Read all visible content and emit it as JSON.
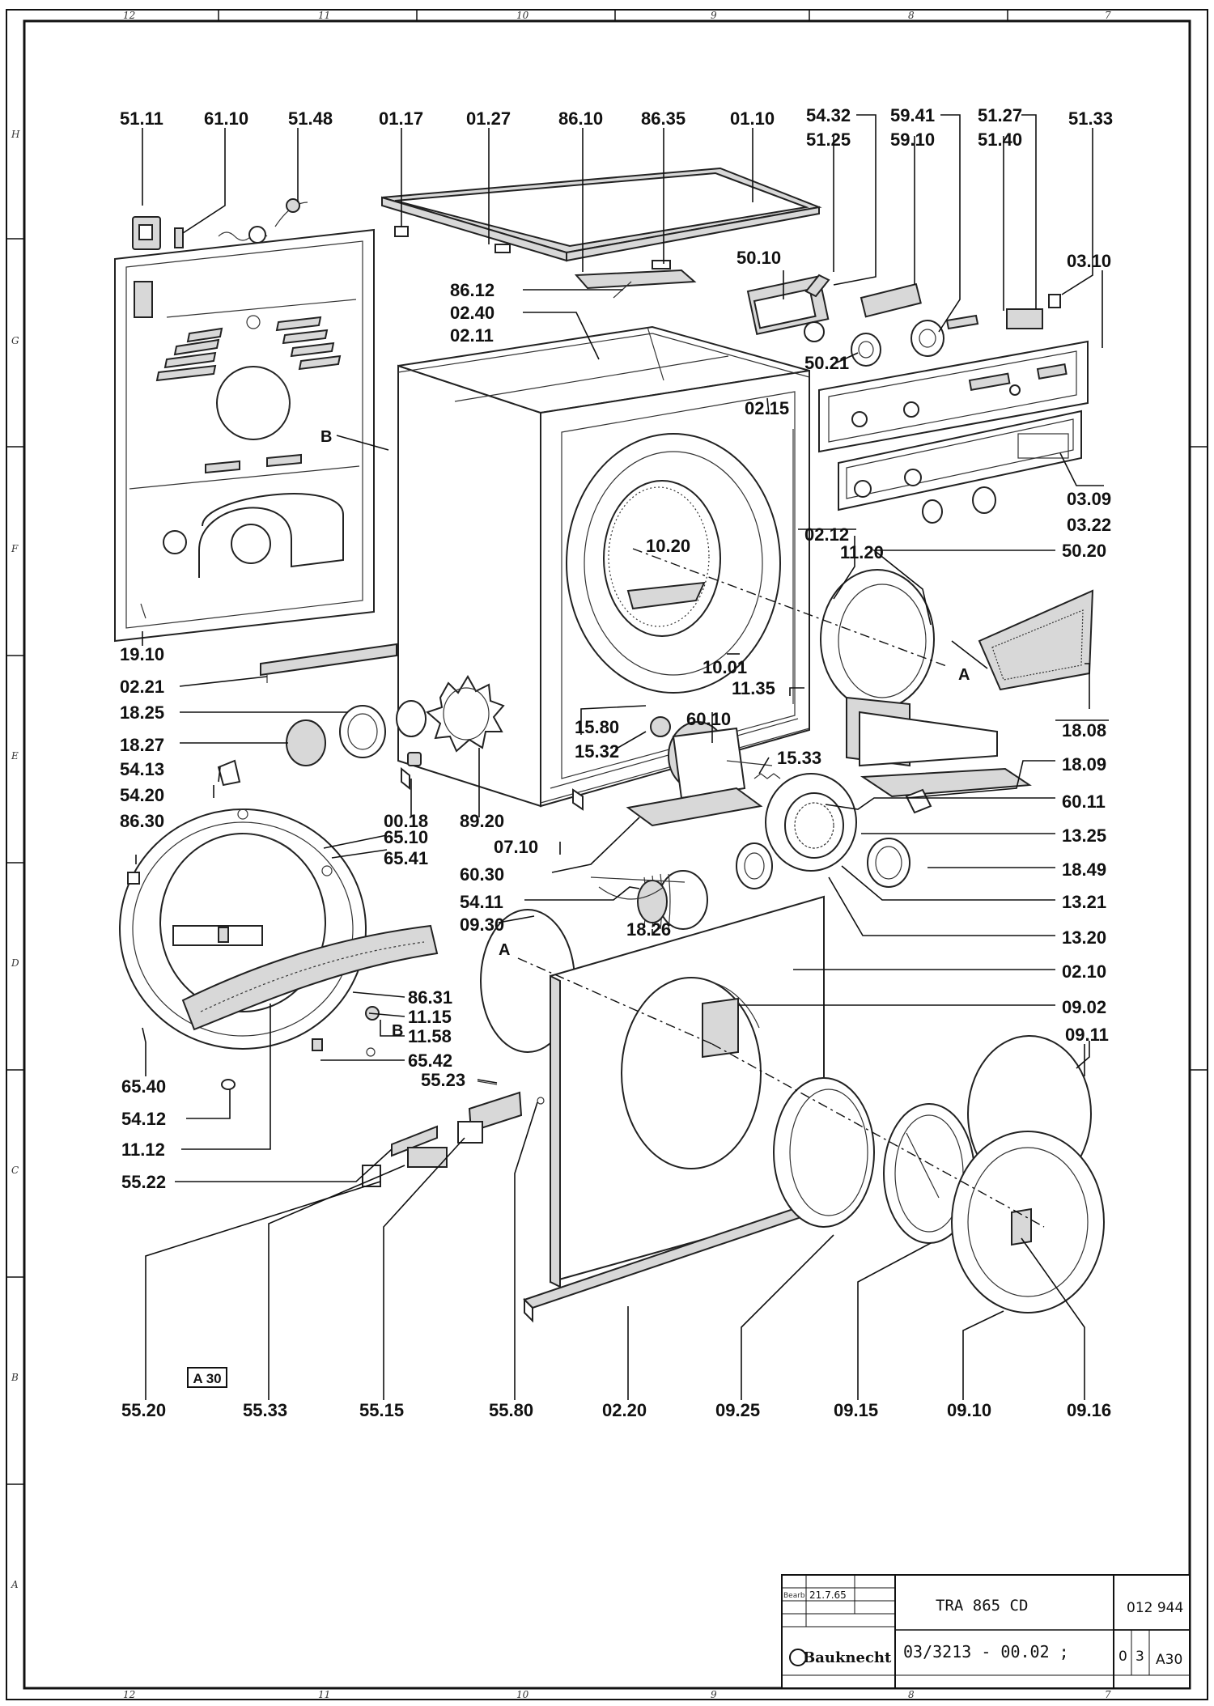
{
  "sheet": {
    "zone_numbers": [
      "12",
      "11",
      "10",
      "9",
      "8",
      "7"
    ],
    "zone_letters": [
      "H",
      "G",
      "F",
      "E",
      "D",
      "C",
      "B",
      "A"
    ]
  },
  "parts": [
    "51.11",
    "61.10",
    "51.48",
    "01.17",
    "01.27",
    "86.10",
    "86.35",
    "01.10",
    "54.32",
    "51.25",
    "59.41",
    "59.10",
    "51.27",
    "51.40",
    "51.33",
    "50.10",
    "03.10",
    "86.12",
    "02.40",
    "02.11",
    "50.21",
    "02.15",
    "B",
    "03.09",
    "03.22",
    "10.20",
    "02.12",
    "11.20",
    "50.20",
    "19.10",
    "02.21",
    "10.01",
    "11.35",
    "A",
    "18.08",
    "18.25",
    "18.27",
    "15.80",
    "60.10",
    "15.32",
    "15.33",
    "18.09",
    "54.13",
    "54.20",
    "86.30",
    "00.18",
    "89.20",
    "60.11",
    "65.10",
    "65.41",
    "07.10",
    "13.25",
    "60.30",
    "18.49",
    "54.11",
    "13.21",
    "09.30",
    "18.26",
    "13.20",
    "A",
    "02.10",
    "86.31",
    "09.02",
    "11.15",
    "B",
    "11.58",
    "09.11",
    "65.42",
    "55.23",
    "65.40",
    "54.12",
    "11.12",
    "55.22",
    "55.20",
    "55.33",
    "55.15",
    "55.80",
    "02.20",
    "09.25",
    "09.15",
    "09.10",
    "09.16"
  ],
  "stamp": "A 30",
  "title_block": {
    "model": "TRA 865 CD",
    "sach_nr": "012 944",
    "drawing_no": "03/3213 - 00.02 ;",
    "brand": "Bauknecht",
    "index_a": "0",
    "index_b": "3",
    "sheet_code": "A30",
    "date": "21.7.65"
  }
}
